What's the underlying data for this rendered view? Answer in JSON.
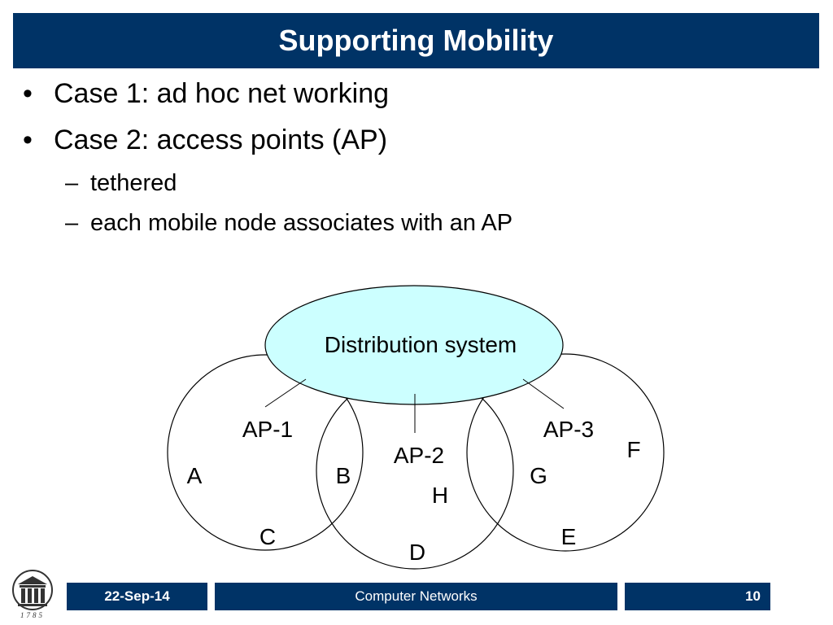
{
  "slide": {
    "title": "Supporting Mobility",
    "bullets": [
      {
        "marker": "•",
        "text": "Case 1: ad hoc net working"
      },
      {
        "marker": "•",
        "text": "Case 2: access points (AP)"
      }
    ],
    "subbullets": [
      {
        "marker": "–",
        "text": "tethered"
      },
      {
        "marker": "–",
        "text": "each mobile node associates with an AP"
      }
    ]
  },
  "diagram": {
    "distribution_label": "Distribution system",
    "ap_labels": [
      "AP-1",
      "AP-2",
      "AP-3"
    ],
    "nodes": [
      "A",
      "B",
      "C",
      "D",
      "E",
      "F",
      "G",
      "H"
    ],
    "colors": {
      "distribution_fill": "#ccffff",
      "stroke": "#000000"
    }
  },
  "footer": {
    "date": "22-Sep-14",
    "course": "Computer Networks",
    "page": "10",
    "logo_year": "1785",
    "color": "#003366"
  }
}
